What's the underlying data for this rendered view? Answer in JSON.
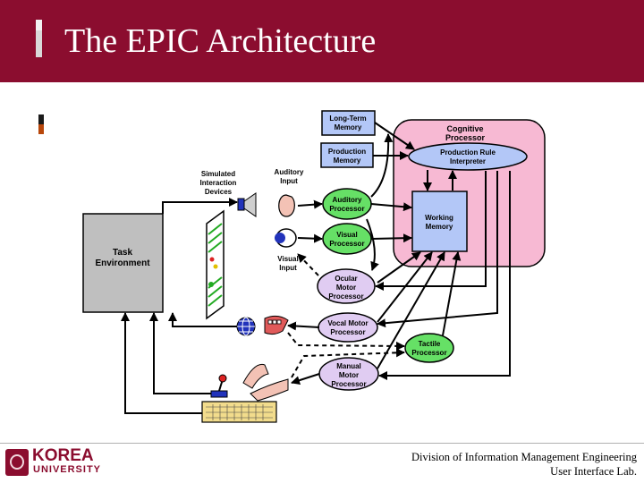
{
  "slide": {
    "title": "The EPIC Architecture"
  },
  "diagram": {
    "cognitive_processor": [
      "Cognitive",
      "Processor"
    ],
    "long_term_memory": [
      "Long-Term",
      "Memory"
    ],
    "production_memory": [
      "Production",
      "Memory"
    ],
    "production_rule_interpreter": [
      "Production Rule",
      "Interpreter"
    ],
    "working_memory": [
      "Working",
      "Memory"
    ],
    "task_environment": [
      "Task",
      "Environment"
    ],
    "simulated_interaction_devices": [
      "Simulated",
      "Interaction",
      "Devices"
    ],
    "auditory_input": [
      "Auditory",
      "Input"
    ],
    "visual_input": [
      "Visual",
      "Input"
    ],
    "auditory_processor": [
      "Auditory",
      "Processor"
    ],
    "visual_processor": [
      "Visual",
      "Processor"
    ],
    "ocular_motor_processor": [
      "Ocular",
      "Motor",
      "Processor"
    ],
    "vocal_motor_processor": [
      "Vocal Motor",
      "Processor"
    ],
    "tactile_processor": [
      "Tactile",
      "Processor"
    ],
    "manual_motor_processor": [
      "Manual",
      "Motor",
      "Processor"
    ]
  },
  "footer": {
    "logo_name": "KOREA",
    "logo_sub": "UNIVERSITY",
    "division": "Division of Information Management Engineering",
    "lab": "User Interface Lab."
  },
  "colors": {
    "title_bar": "#8b0d2f",
    "cognitive_bg": "#f7b9d3",
    "memory_box": "#b3c7f7",
    "perceptual_processor": "#66e066",
    "motor_processor": "#e0ccf2",
    "task_environment": "#bfbfbf"
  }
}
